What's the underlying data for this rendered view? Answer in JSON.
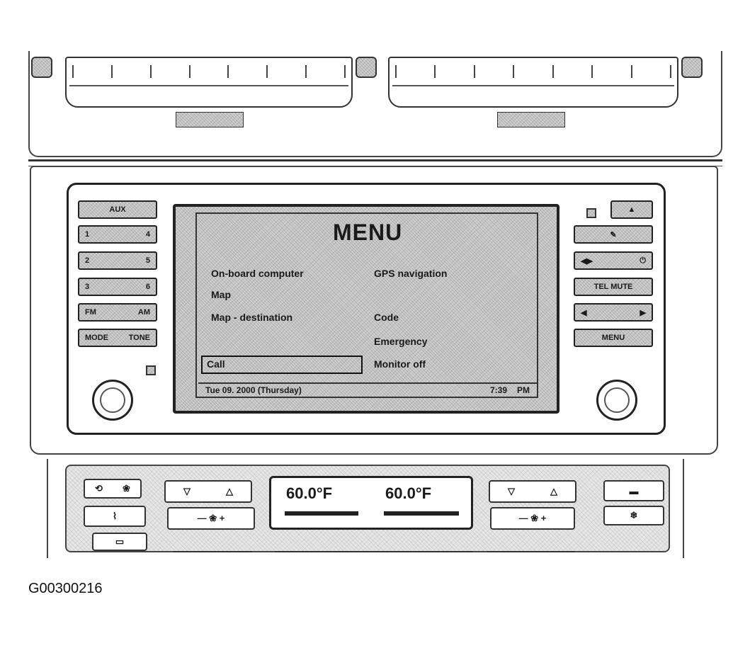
{
  "screen": {
    "title": "MENU",
    "items_left": [
      "On-board computer",
      "Map",
      "Map - destination",
      "Call"
    ],
    "items_right": [
      "GPS navigation",
      "Code",
      "Emergency",
      "Monitor off"
    ],
    "status": {
      "left": "Tue 09. 2000 (Thursday)",
      "time": "7:39",
      "period": "PM"
    }
  },
  "left_buttons": [
    {
      "a": "AUX",
      "b": ""
    },
    {
      "a": "1",
      "b": "4"
    },
    {
      "a": "2",
      "b": "5"
    },
    {
      "a": "3",
      "b": "6"
    },
    {
      "a": "FM",
      "b": "AM"
    },
    {
      "a": "MODE",
      "b": "TONE"
    }
  ],
  "right_buttons": [
    {
      "a": "▲",
      "b": ""
    },
    {
      "a": "✎",
      "b": ""
    },
    {
      "a": "◀▶",
      "b": "⏻"
    },
    {
      "a": "TEL MUTE",
      "b": ""
    },
    {
      "a": "◀",
      "b": "▶"
    },
    {
      "a": "MENU",
      "b": ""
    }
  ],
  "climate": {
    "left_temp": "60.0°F",
    "right_temp": "60.0°F",
    "left_up": "▽",
    "left_down": "△",
    "right_up": "▽",
    "right_down": "△",
    "fan_left": "— ❀ +",
    "fan_right": "— ❀ +"
  },
  "figure_id": "G00300216"
}
